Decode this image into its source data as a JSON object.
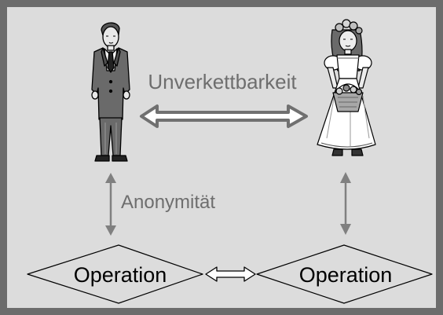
{
  "diagram": {
    "link_label": "Unverkettbarkeit",
    "anonymity_label": "Anonymität",
    "operation_left": "Operation",
    "operation_right": "Operation",
    "colors": {
      "frame": "#6c6c6c",
      "background": "#dcdcdc",
      "label": "#6e6e6e",
      "arrow": "#808080",
      "suit": "#6a6a6a",
      "skin": "#e8e8e8"
    },
    "icons": {
      "left_person": "man-in-suit",
      "right_person": "woman-in-dress-with-basket"
    }
  }
}
